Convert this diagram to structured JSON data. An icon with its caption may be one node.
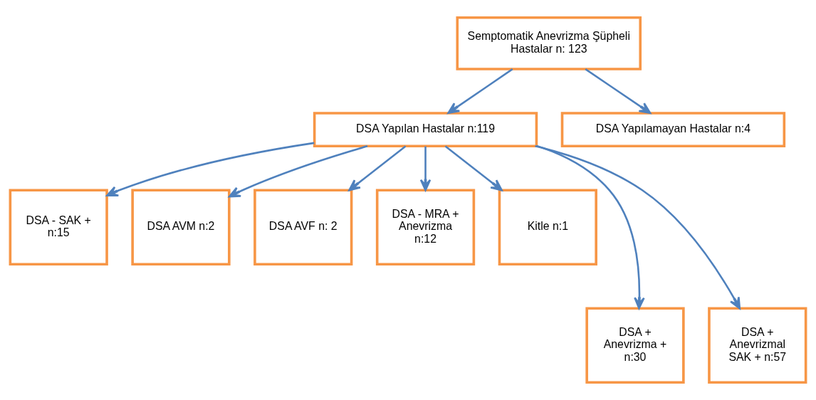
{
  "diagram": {
    "nodes": [
      {
        "text": [
          "Semptomatik Anevrizma Şüpheli Hastalar n: 123"
        ]
      },
      {
        "text": [
          "DSA Yapılan Hastalar n:119"
        ]
      },
      {
        "text": [
          "DSA Yapılamayan Hastalar n:4"
        ]
      },
      {
        "text": [
          "DSA - SAK + n:15"
        ]
      },
      {
        "text": [
          "DSA AVM n:2"
        ]
      },
      {
        "text": [
          "DSA AVF n: 2"
        ]
      },
      {
        "text": [
          "DSA - MRA + Anevrizma n:12"
        ]
      },
      {
        "text": [
          "Kitle n:1"
        ]
      },
      {
        "text": [
          "DSA + Anevrizma + n:30"
        ]
      },
      {
        "text": [
          "DSA + Anevrizmal SAK + n:57"
        ]
      }
    ],
    "edges": [
      {
        "from": 0,
        "to": 1,
        "arrow": "to"
      },
      {
        "from": 0,
        "to": 2,
        "arrow": "to"
      },
      {
        "from": 1,
        "to": 8,
        "arrow": "to"
      },
      {
        "from": 1,
        "to": 9,
        "arrow": "to"
      },
      {
        "from": 1,
        "to": 3,
        "arrow": "to"
      },
      {
        "from": 1,
        "to": 4,
        "arrow": "to"
      },
      {
        "from": 1,
        "to": 5,
        "arrow": "to"
      },
      {
        "from": 1,
        "to": 6,
        "arrow": "to"
      },
      {
        "from": 1,
        "to": 7,
        "arrow": "to"
      }
    ]
  }
}
